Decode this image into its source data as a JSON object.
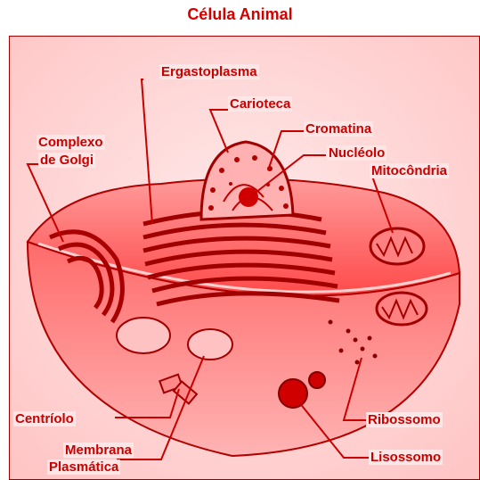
{
  "title": "Célula Animal",
  "labels": {
    "ergastoplasma": "Ergastoplasma",
    "carioteca": "Carioteca",
    "cromatina": "Cromatina",
    "nucleolo": "Nucléolo",
    "mitocondria": "Mitocôndria",
    "complexo_golgi_1": "Complexo",
    "complexo_golgi_2": "de Golgi",
    "centriolo": "Centríolo",
    "membrana_1": "Membrana",
    "membrana_2": "Plasmática",
    "ribossomo": "Ribossomo",
    "lisossomo": "Lisossomo"
  },
  "colors": {
    "title": "#d40000",
    "label": "#c80000",
    "cell_fill": "#ff5a5a",
    "organelle": "#e00000",
    "background": "#ffd9d9"
  }
}
